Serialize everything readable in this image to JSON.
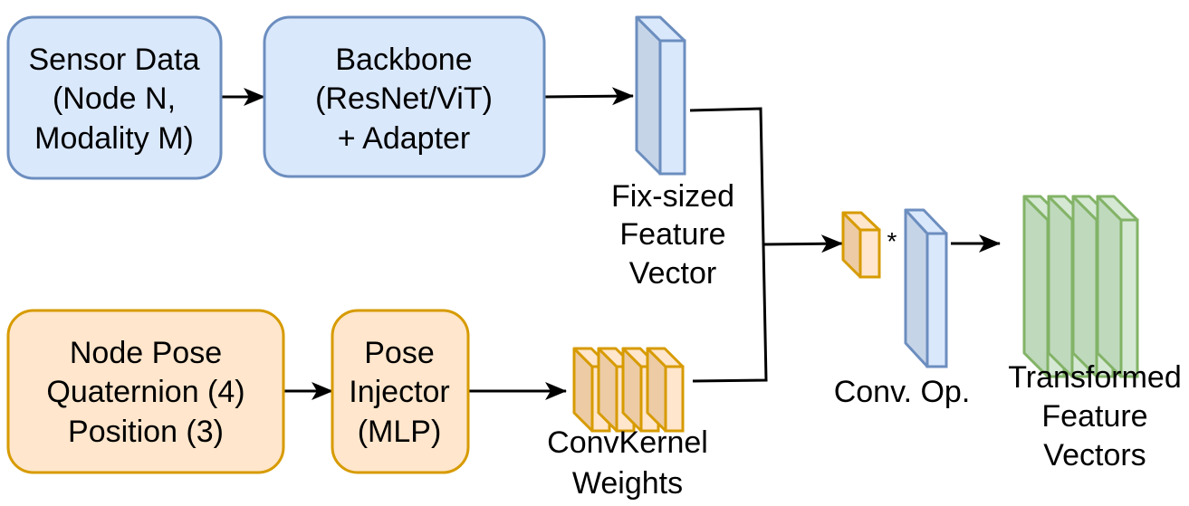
{
  "colors": {
    "blue_fill": "#dae8fc",
    "blue_stroke": "#6c8ebf",
    "blue_dark": "#c6d4e8",
    "orange_fill": "#ffe6cc",
    "orange_stroke": "#d79b00",
    "orange_dark": "#eccba5",
    "green_fill": "#d5e8d4",
    "green_stroke": "#82b366",
    "green_dark": "#bfd9bd",
    "line": "#000000"
  },
  "nodes": {
    "sensor_data": {
      "lines": [
        "Sensor Data",
        "(Node N,",
        "Modality M)"
      ]
    },
    "backbone": {
      "lines": [
        "Backbone",
        "(ResNet/ViT)",
        "+ Adapter"
      ]
    },
    "node_pose": {
      "lines": [
        "Node Pose",
        "Quaternion (4)",
        "Position (3)"
      ]
    },
    "pose_injector": {
      "lines": [
        "Pose",
        "Injector",
        "(MLP)"
      ]
    }
  },
  "labels": {
    "feature_vector": [
      "Fix-sized",
      "Feature",
      "Vector"
    ],
    "conv_kernel": [
      "ConvKernel",
      "Weights"
    ],
    "conv_op": [
      "Conv. Op."
    ],
    "transformed": [
      "Transformed",
      "Feature",
      "Vectors"
    ],
    "multiply_symbol": "*"
  }
}
